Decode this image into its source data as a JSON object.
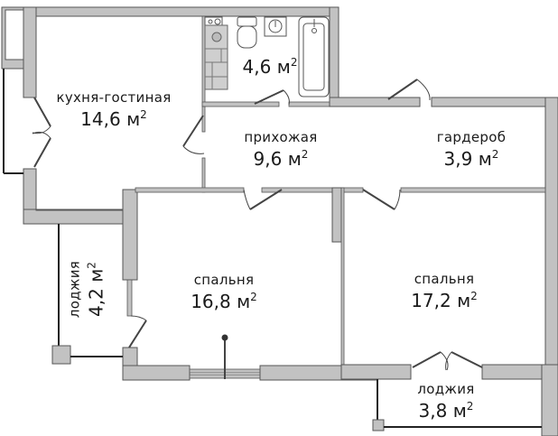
{
  "plan": {
    "title": "floor-plan",
    "unit": "м",
    "unit_power": "2",
    "colors": {
      "wall_fill": "#c2c2c2",
      "wall_stroke": "#555555",
      "background": "#ffffff",
      "text": "#1a1a1a"
    },
    "rooms": [
      {
        "id": "kitchen-living",
        "name": "кухня-гостиная",
        "area": "14,6"
      },
      {
        "id": "bathroom",
        "name": "",
        "area": "4,6"
      },
      {
        "id": "hallway",
        "name": "прихожая",
        "area": "9,6"
      },
      {
        "id": "wardrobe",
        "name": "гардероб",
        "area": "3,9"
      },
      {
        "id": "loggia-left",
        "name": "лоджия",
        "area": "4,2"
      },
      {
        "id": "bedroom-left",
        "name": "спальня",
        "area": "16,8"
      },
      {
        "id": "bedroom-right",
        "name": "спальня",
        "area": "17,2"
      },
      {
        "id": "loggia-bottom",
        "name": "лоджия",
        "area": "3,8"
      }
    ]
  }
}
